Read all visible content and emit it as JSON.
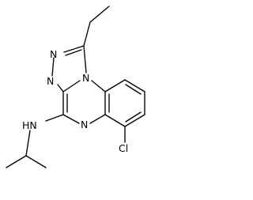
{
  "atoms": {
    "n_top": "N",
    "n_left": "N",
    "n_bridge": "N",
    "n_ring": "N",
    "nh": "HN",
    "cl": "Cl"
  },
  "colors": {
    "bond": "#000000",
    "label": "#000000",
    "background": "#ffffff"
  }
}
